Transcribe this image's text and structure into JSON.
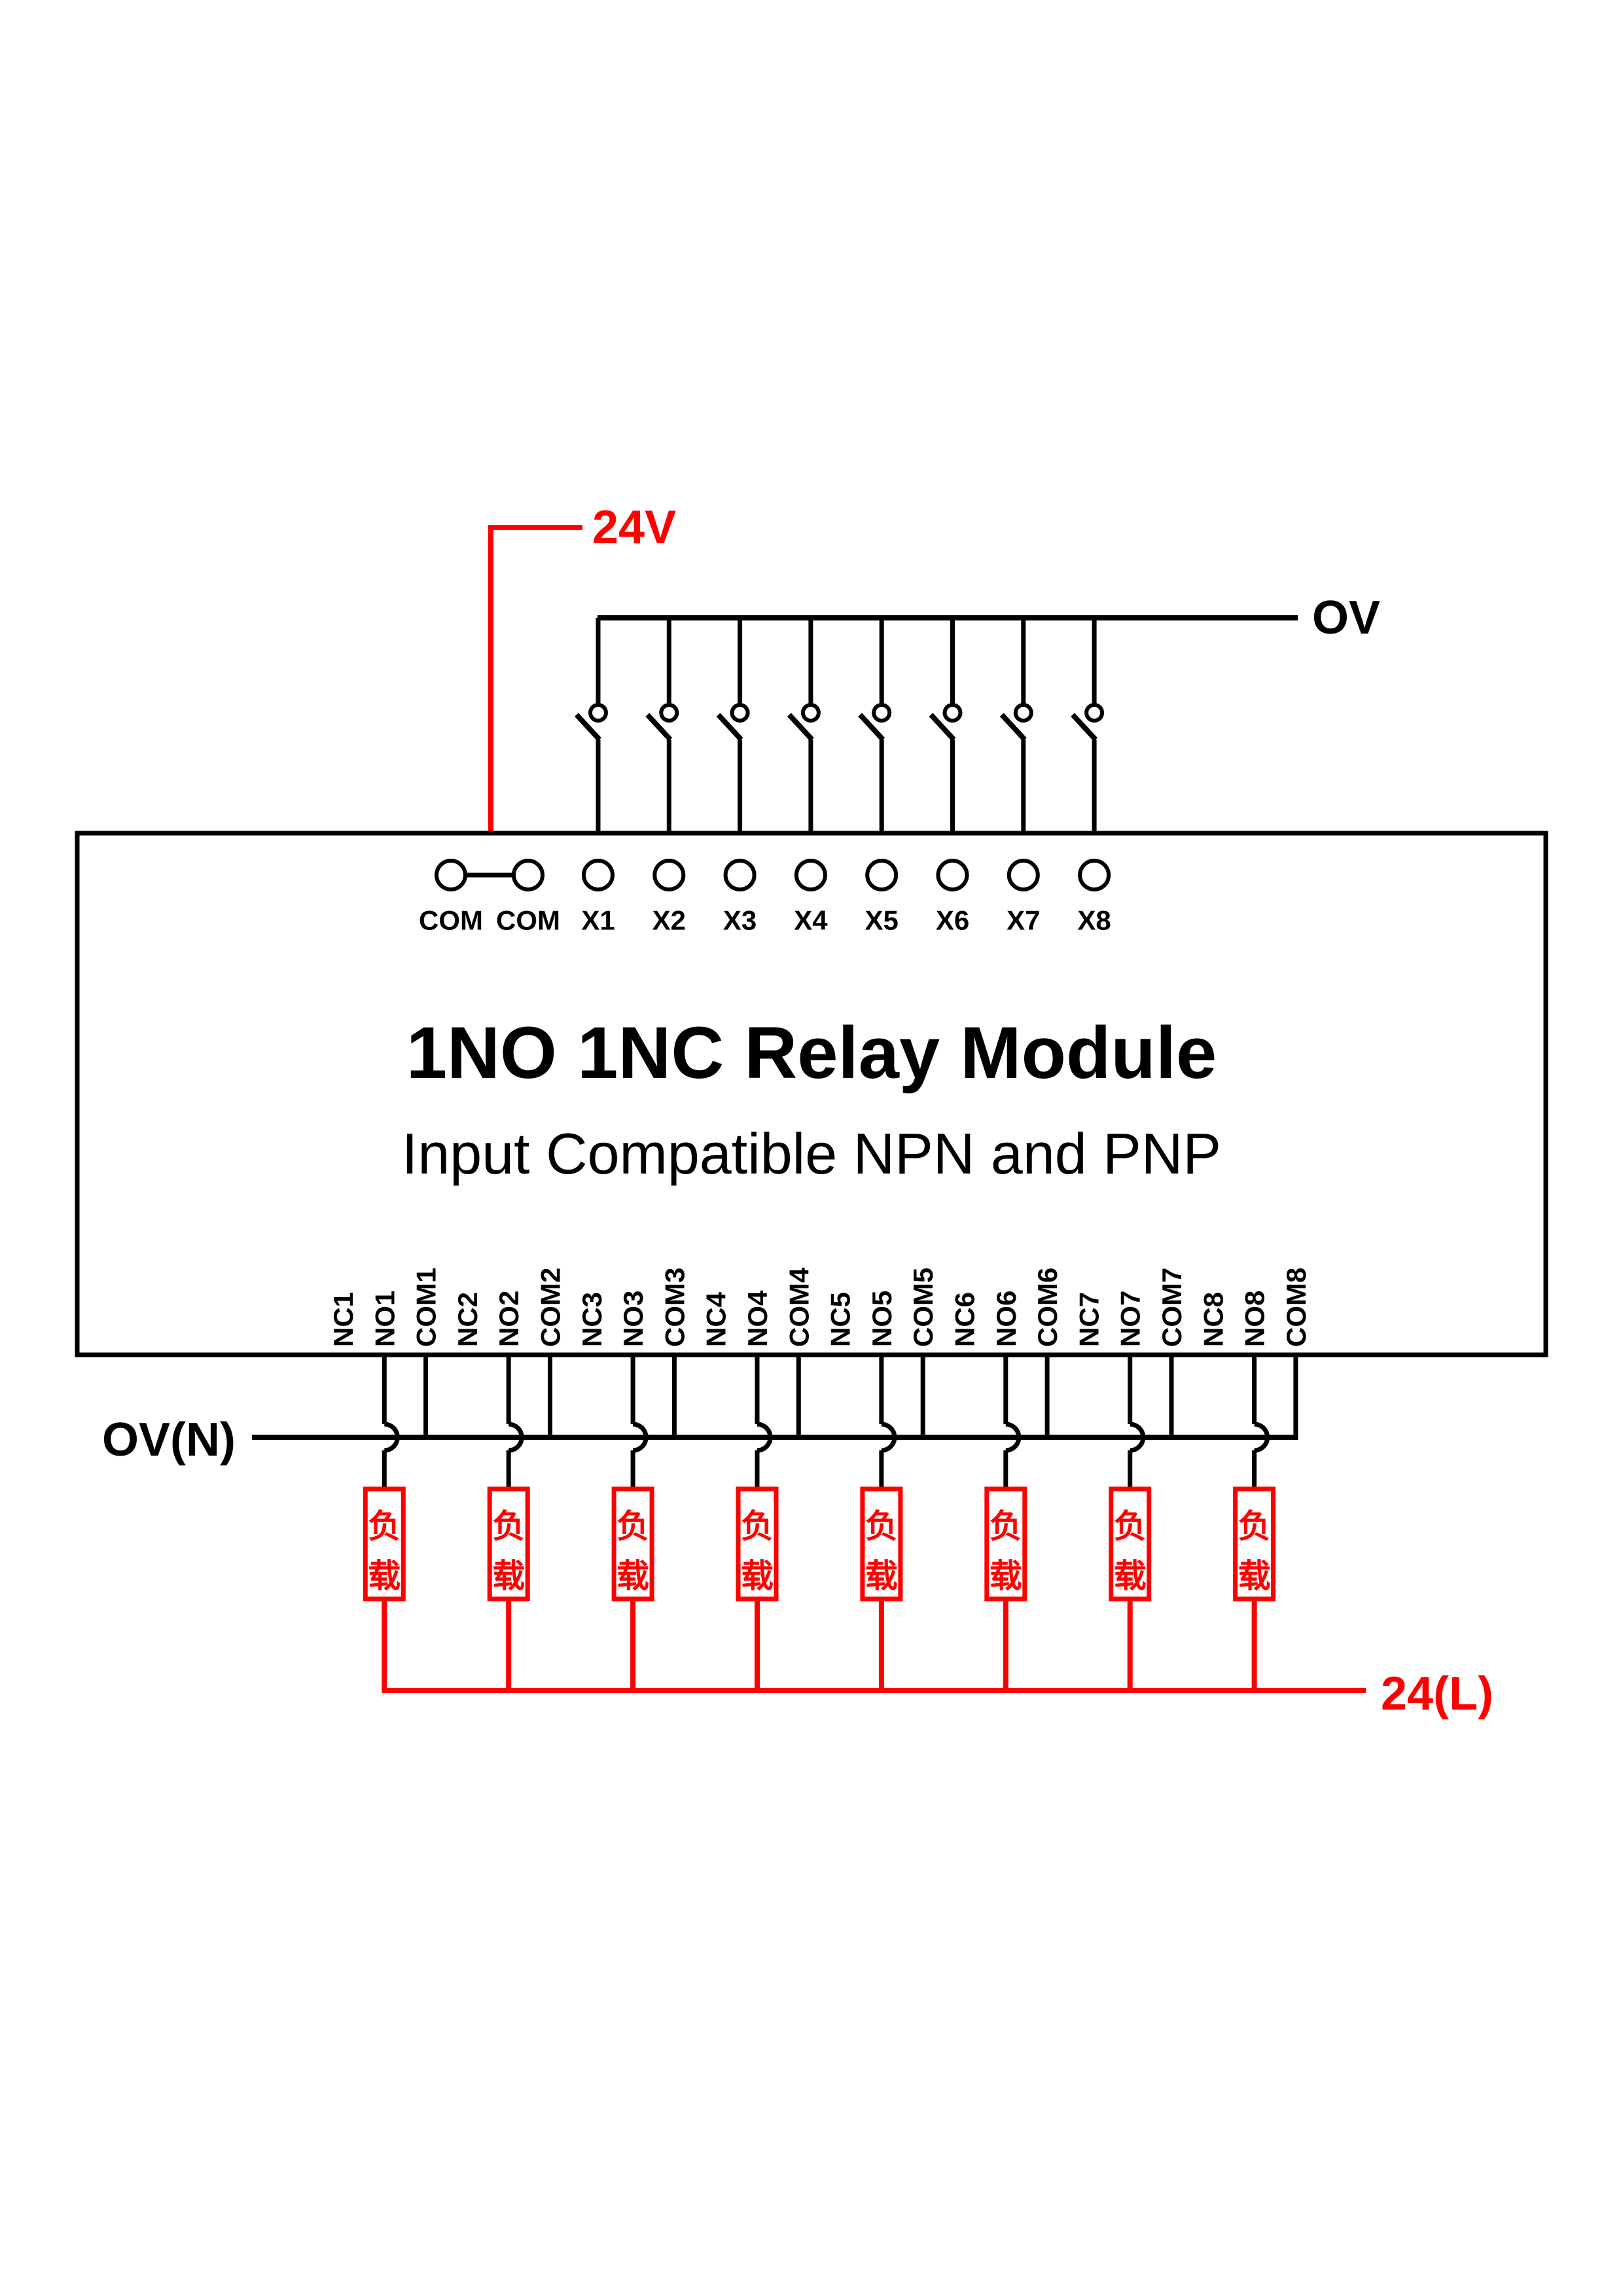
{
  "diagram": {
    "title": "1NO 1NC Relay Module",
    "subtitle": "Input Compatible NPN and PNP",
    "labels": {
      "supply_24v": "24V",
      "ov_bus": "OV",
      "ov_neutral": "OV(N)",
      "load_line": "24(L)"
    },
    "load_label_chars": [
      "负",
      "载"
    ],
    "top_terminals": [
      "COM",
      "COM",
      "X1",
      "X2",
      "X3",
      "X4",
      "X5",
      "X6",
      "X7",
      "X8"
    ],
    "bottom_terminals": [
      "NC1",
      "NO1",
      "COM1",
      "NC2",
      "NO2",
      "COM2",
      "NC3",
      "NO3",
      "COM3",
      "NC4",
      "NO4",
      "COM4",
      "NC5",
      "NO5",
      "COM5",
      "NC6",
      "NO6",
      "COM6",
      "NC7",
      "NO7",
      "COM7",
      "NC8",
      "NO8",
      "COM8"
    ],
    "channel_count": 8,
    "colors": {
      "wire": "#000000",
      "accent": "#ff0000",
      "background": "#ffffff"
    }
  }
}
